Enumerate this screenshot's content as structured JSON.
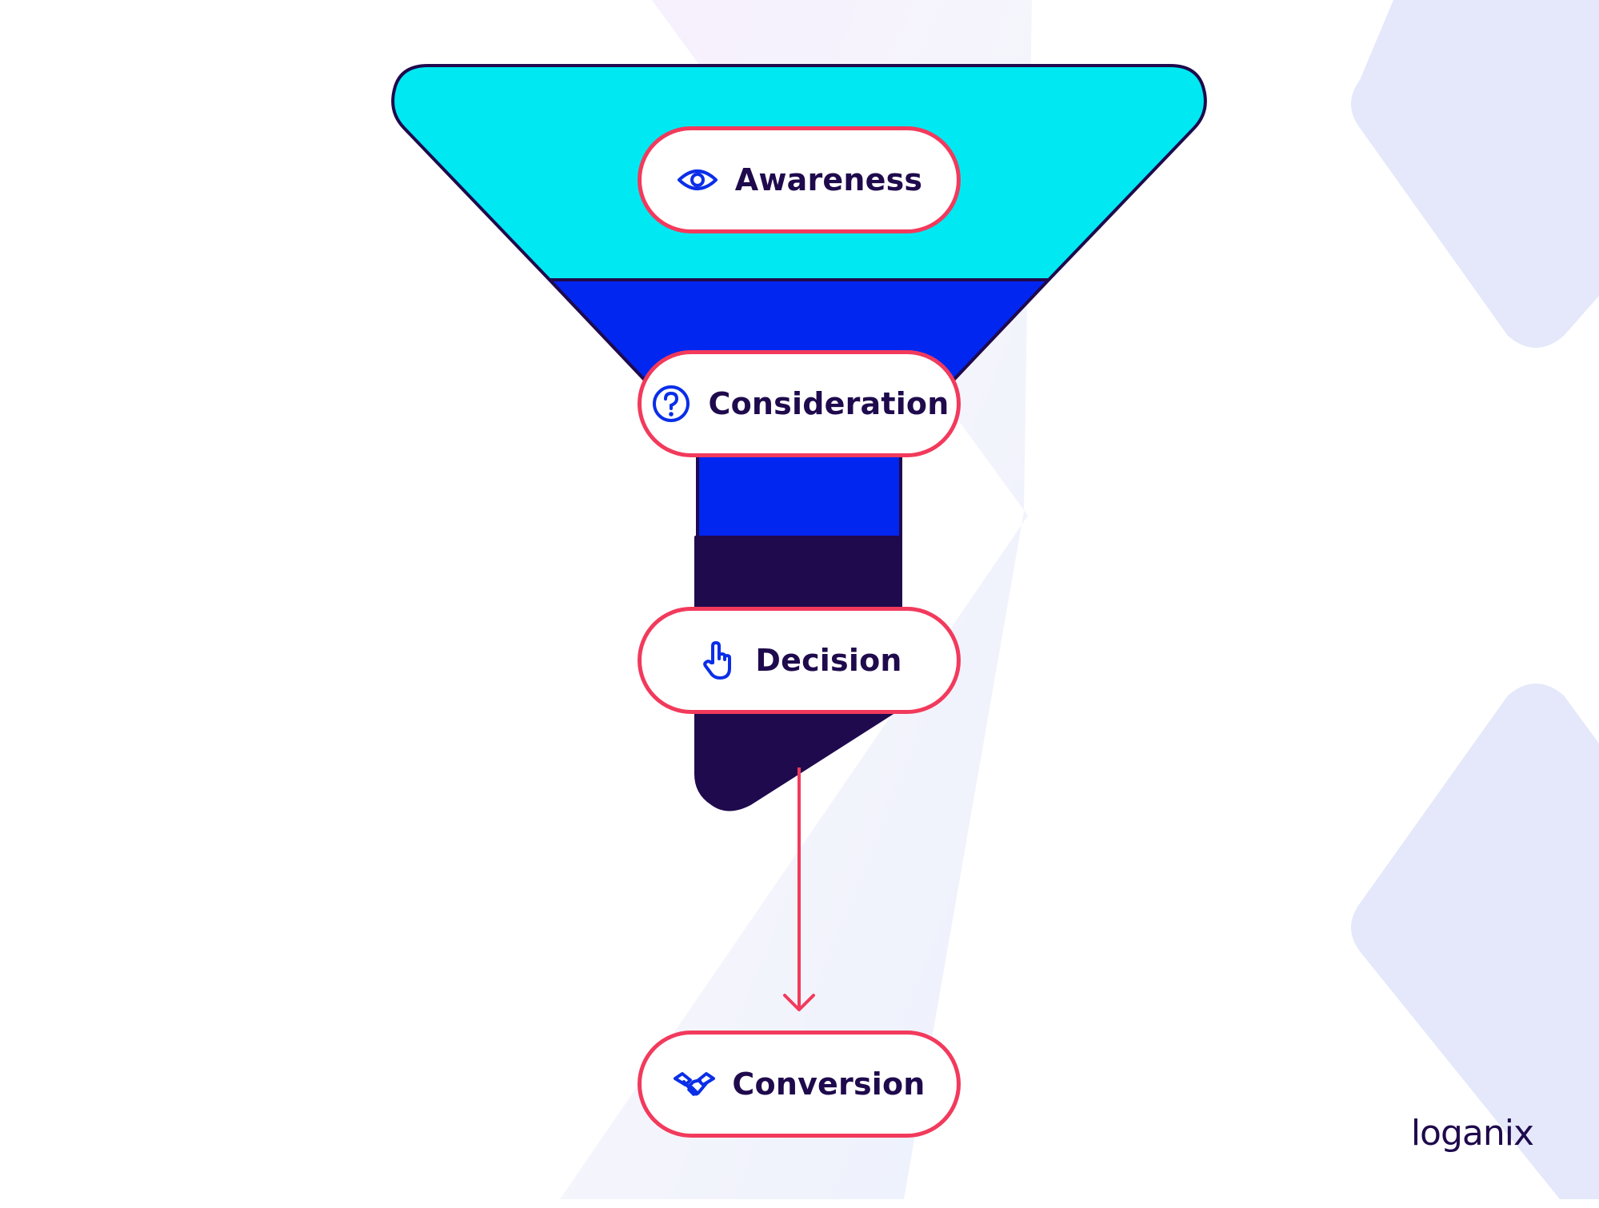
{
  "diagram": {
    "stages": [
      {
        "label": "Awareness",
        "icon": "eye-icon"
      },
      {
        "label": "Consideration",
        "icon": "question-circle-icon"
      },
      {
        "label": "Decision",
        "icon": "pointer-hand-icon"
      },
      {
        "label": "Conversion",
        "icon": "handshake-icon"
      }
    ]
  },
  "brand": {
    "logo_text": "loganix"
  },
  "colors": {
    "awareness_fill": "#00e8f2",
    "consideration_fill": "#0026f0",
    "decision_fill": "#1f0a4d",
    "outline": "#1f0a4d",
    "pill_border": "#f23a5c",
    "label_text": "#1f0a4d",
    "icon_stroke": "#0a2ee8",
    "arrow": "#f23a5c",
    "background_shape": "#e4e8fa"
  }
}
